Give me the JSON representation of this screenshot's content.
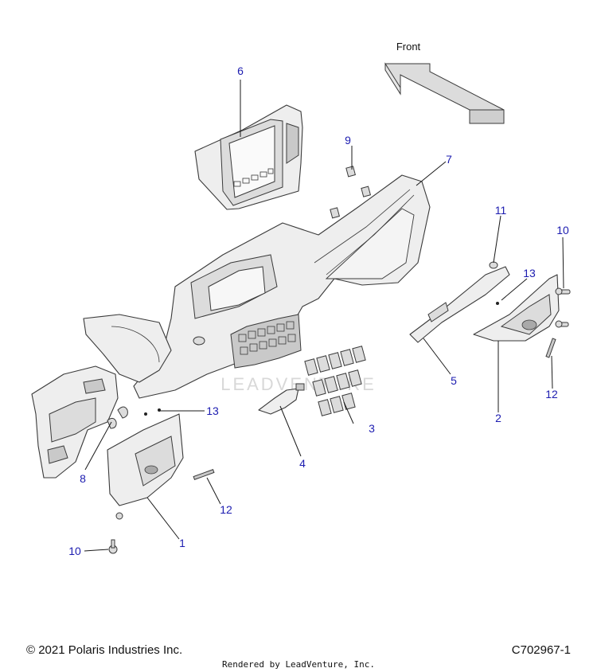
{
  "diagram": {
    "front_label": "Front",
    "watermark": "LEADVENTURE",
    "callouts": [
      "1",
      "2",
      "3",
      "4",
      "5",
      "6",
      "7",
      "8",
      "9",
      "10",
      "10",
      "11",
      "12",
      "12",
      "13",
      "13"
    ]
  },
  "footer": {
    "copyright": "© 2021 Polaris Industries Inc.",
    "drawing_number": "C702967-1",
    "rendered_by": "Rendered by LeadVenture, Inc."
  }
}
